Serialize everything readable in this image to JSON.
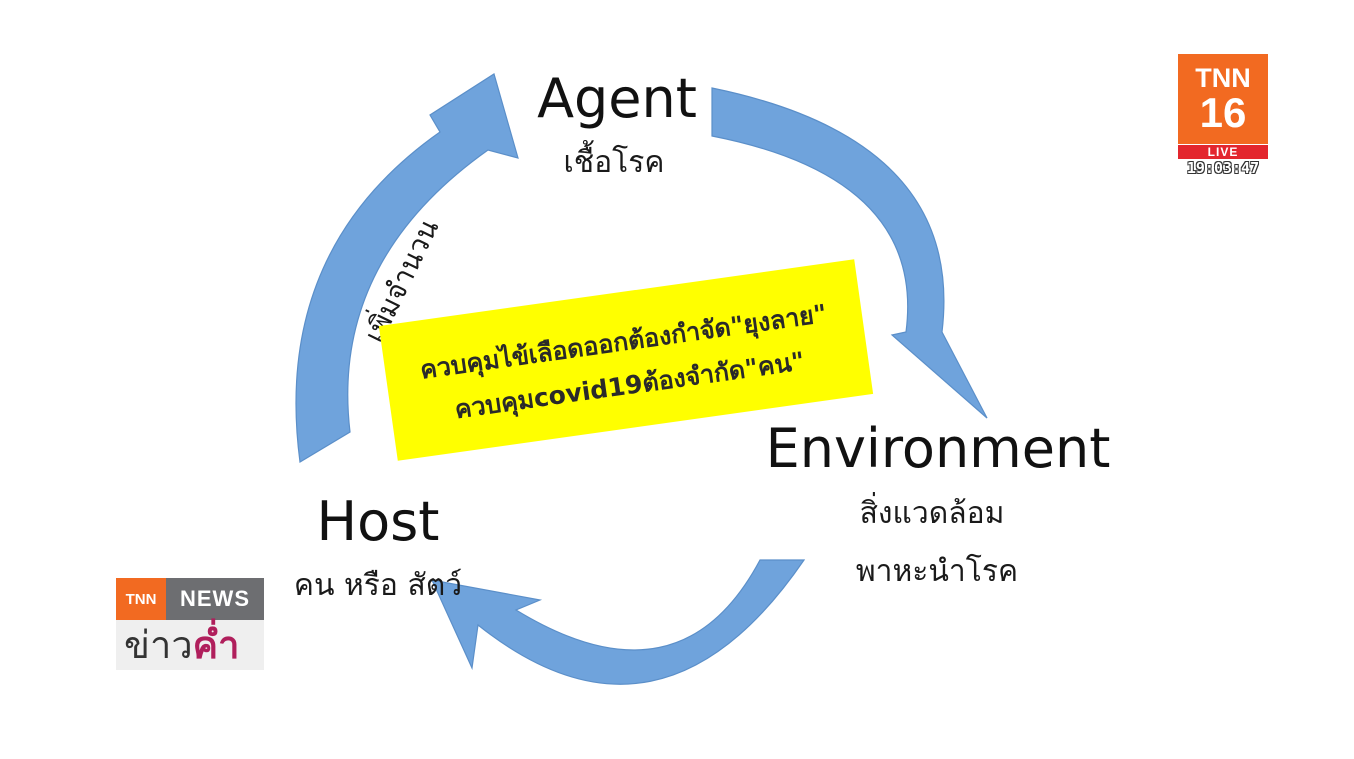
{
  "diagram": {
    "nodes": {
      "agent": {
        "title": "Agent",
        "subtitle": "เชื้อโรค"
      },
      "environment": {
        "title": "Environment",
        "subtitle_1": "สิ่งแวดล้อม",
        "subtitle_2": "พาหะนำโรค"
      },
      "host": {
        "title": "Host",
        "subtitle": "คน หรือ สัตว์"
      }
    },
    "arrow_labels": {
      "host_to_agent": "เพิ่มจำนวน"
    },
    "callout": {
      "line1": "ควบคุมไข้เลือดออกต้องกำจัด\"ยุงลาย\"",
      "line2": "ควบคุมcovid19ต้องจำกัด\"คน\"",
      "color": "#ffff00"
    },
    "arrow_color": "#6fa3dc"
  },
  "broadcast": {
    "logo": {
      "brand": "TNN",
      "channel": "16",
      "live": "LIVE",
      "color": "#f26a21"
    },
    "clock": "19:03:47",
    "news_bug": {
      "brand": "TNN",
      "label": "NEWS",
      "program_part1": "ข่าว",
      "program_part2": "ค่ำ"
    }
  }
}
